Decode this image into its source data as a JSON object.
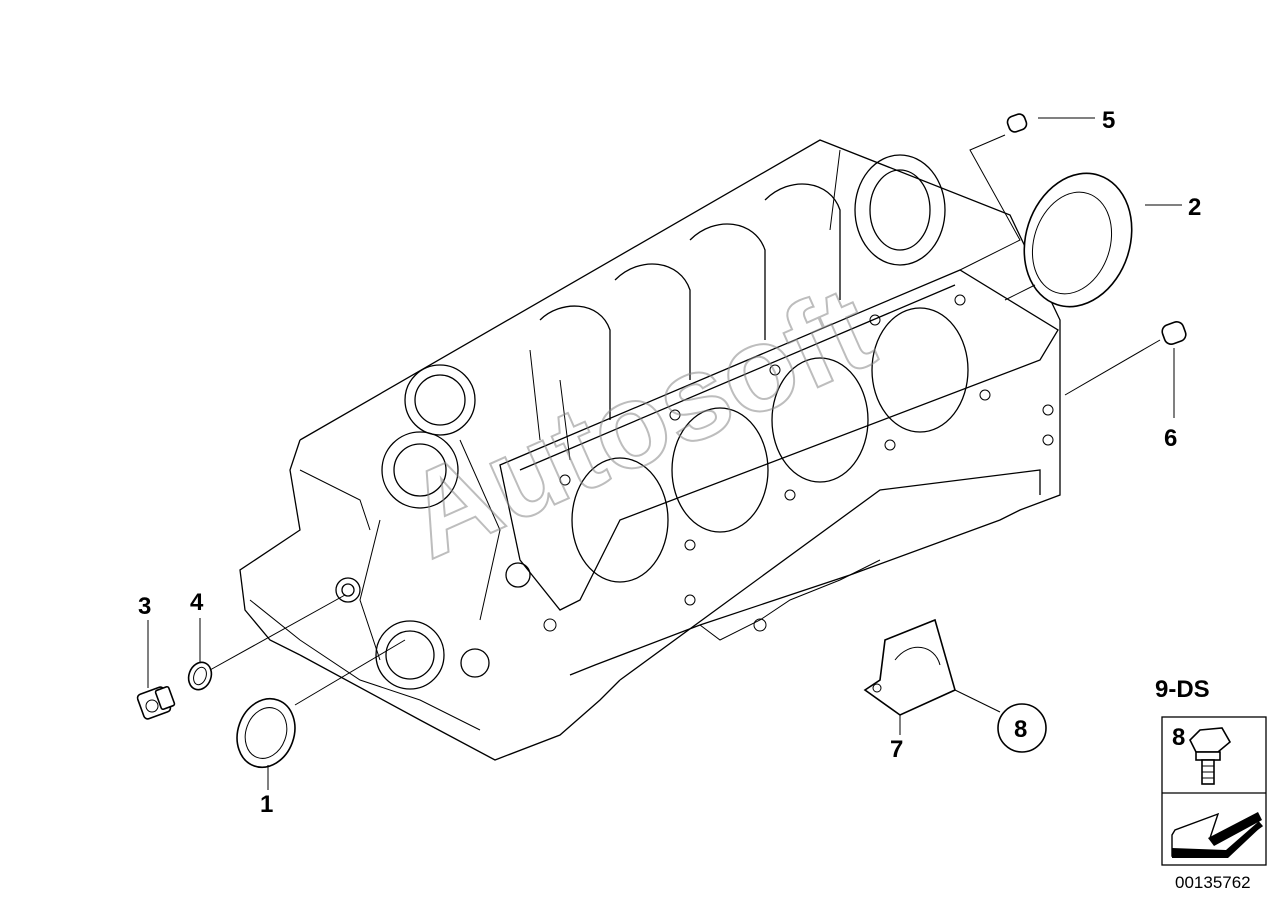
{
  "callouts": {
    "c1": "1",
    "c2": "2",
    "c3": "3",
    "c4": "4",
    "c5": "5",
    "c6": "6",
    "c7": "7",
    "c8": "8"
  },
  "kit": {
    "title": "9-DS",
    "item": "8"
  },
  "watermark": "Autosoft",
  "diagram_number": "00135762"
}
